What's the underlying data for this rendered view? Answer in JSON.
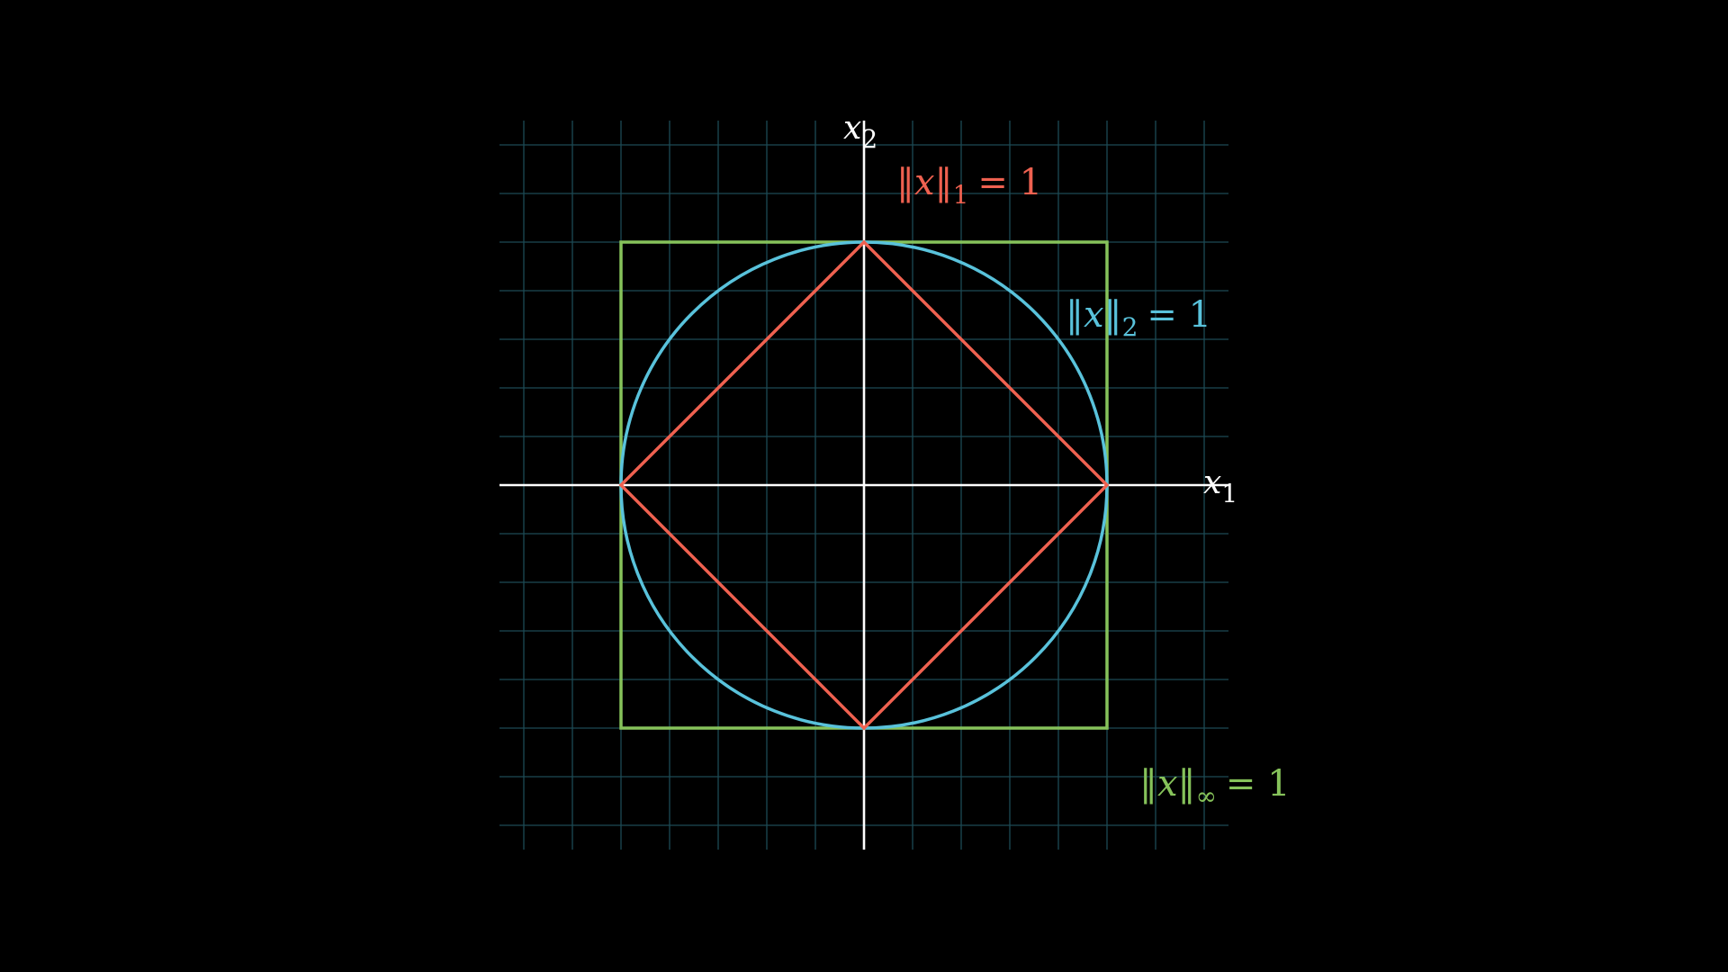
{
  "colors": {
    "background": "#000000",
    "grid": "#1c4a55",
    "axis": "#ffffff",
    "l1": "#ef6150",
    "l2": "#59c2db",
    "linf": "#86c25a"
  },
  "axes": {
    "x_label_main": "x",
    "x_label_sub": "1",
    "y_label_main": "x",
    "y_label_sub": "2",
    "range": [
      -1.5,
      1.5
    ]
  },
  "shapes": {
    "l1": {
      "norm_label": "‖x‖",
      "sub": "1",
      "rhs": "= 1",
      "radius": 1
    },
    "l2": {
      "norm_label": "‖x‖",
      "sub": "2",
      "rhs": "= 1",
      "radius": 1
    },
    "linf": {
      "norm_label": "‖x‖",
      "sub": "∞",
      "rhs": "= 1",
      "radius": 1
    }
  }
}
